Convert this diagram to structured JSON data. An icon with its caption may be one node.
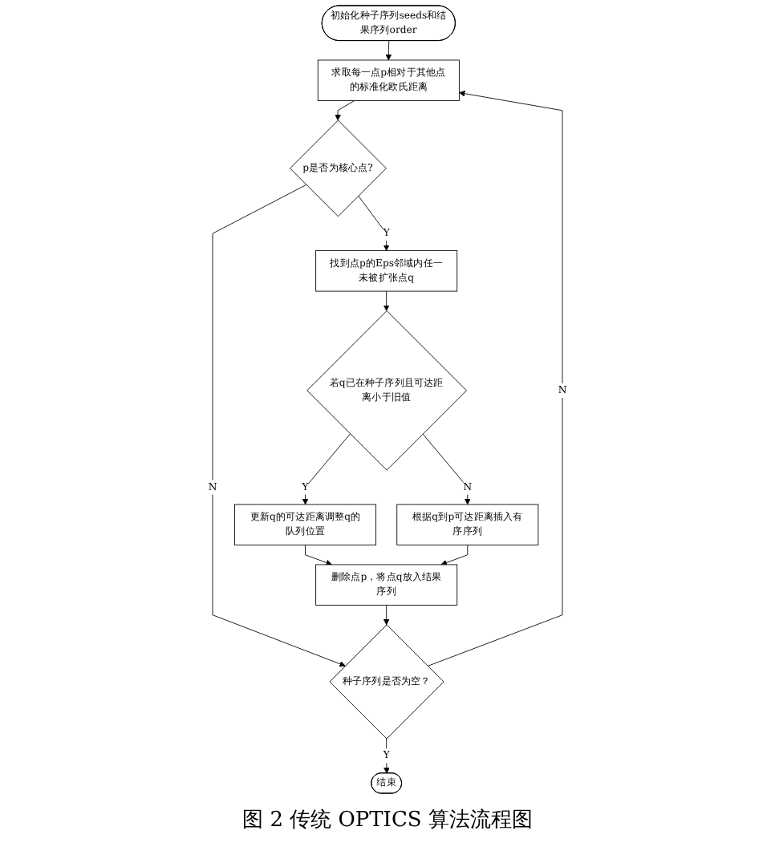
{
  "diagram": {
    "nodes": [
      {
        "text": [
          "初始化种子序列seeds和结果序列order"
        ]
      },
      {
        "text": [
          "求取每一点p相对于其他点的标准化欧氏距离"
        ]
      },
      {
        "text": [
          "p是否为核心点?"
        ]
      },
      {
        "text": [
          "找到点p的Eps邻域内任一未被扩张点q"
        ]
      },
      {
        "text": [
          "若q已在种子序列且可达距离小于旧值"
        ]
      },
      {
        "text": [
          "更新q的可达距离调整q的队列位置"
        ]
      },
      {
        "text": [
          "根据q到p可达距离插入有序序列"
        ]
      },
      {
        "text": [
          "删除点p，将点q放入结果序列"
        ]
      },
      {
        "text": [
          "种子序列是否为空？"
        ]
      },
      {
        "text": [
          "结束"
        ]
      }
    ],
    "edges": [
      {
        "from": 0,
        "to": 1,
        "arrow": "to"
      },
      {
        "from": 1,
        "to": 2,
        "arrow": "to"
      },
      {
        "from": 2,
        "to": 3,
        "arrow": "to",
        "label": "Y"
      },
      {
        "from": 2,
        "to": 8,
        "arrow": "to",
        "label": "N"
      },
      {
        "from": 3,
        "to": 4,
        "arrow": "to"
      },
      {
        "from": 4,
        "to": 5,
        "arrow": "to",
        "label": "Y"
      },
      {
        "from": 4,
        "to": 6,
        "arrow": "to",
        "label": "N"
      },
      {
        "from": 5,
        "to": 7,
        "arrow": "to"
      },
      {
        "from": 6,
        "to": 7,
        "arrow": "to"
      },
      {
        "from": 7,
        "to": 8,
        "arrow": "to"
      },
      {
        "from": 8,
        "to": 1,
        "arrow": "to",
        "label": "N"
      },
      {
        "from": 8,
        "to": 9,
        "arrow": "to",
        "label": "Y"
      }
    ],
    "caption": "图 2 传统 OPTICS 算法流程图"
  }
}
